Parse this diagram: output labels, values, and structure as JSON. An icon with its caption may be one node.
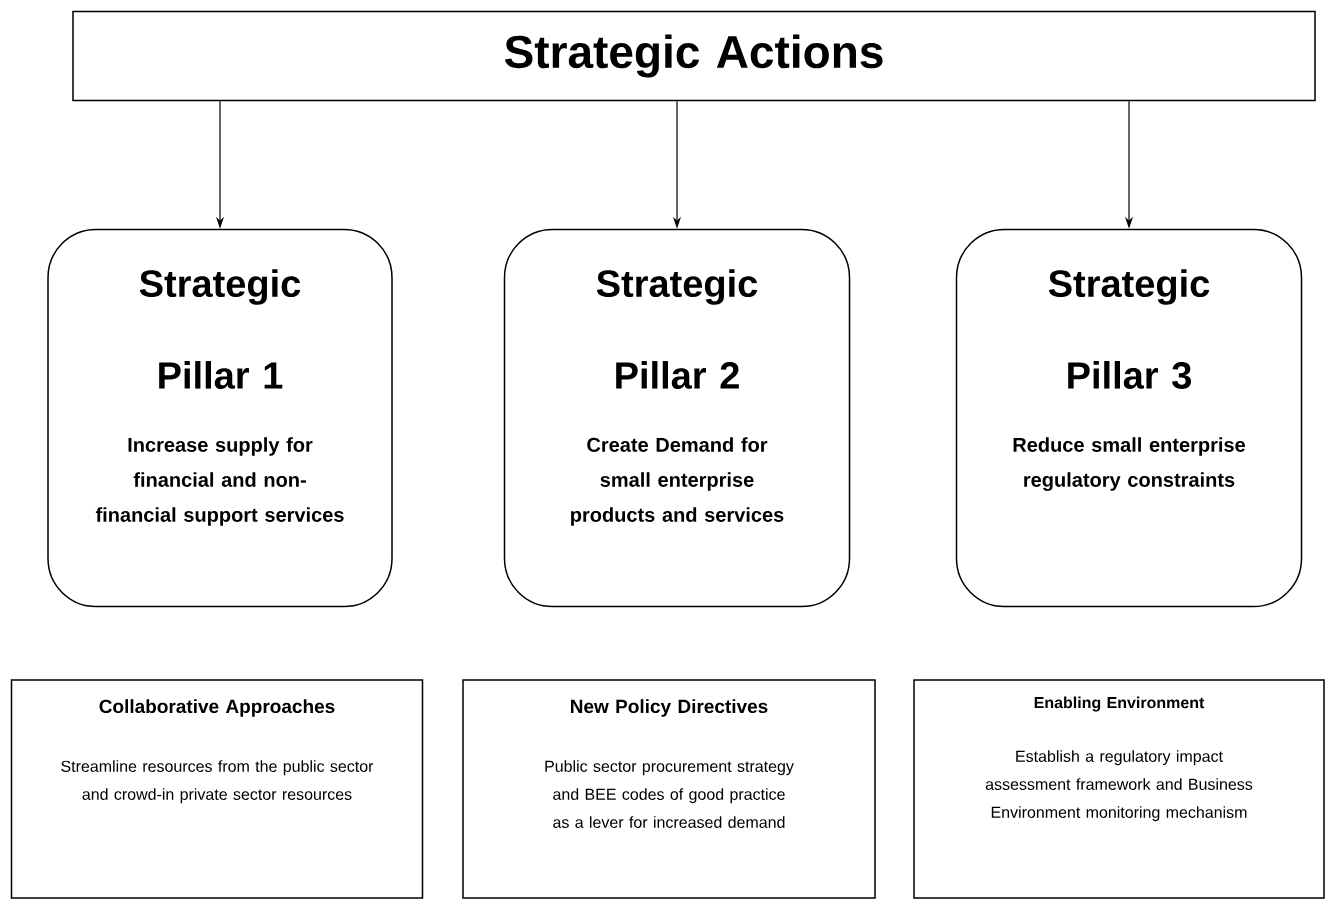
{
  "diagram": {
    "nodes": [
      {
        "text": [
          "Strategic Actions"
        ]
      },
      {
        "text": [
          "Strategic",
          "Pillar 1",
          "Increase supply for financial and non-financial support services"
        ]
      },
      {
        "text": [
          "Strategic",
          "Pillar 2",
          "Create Demand for small enterprise products and services"
        ]
      },
      {
        "text": [
          "Strategic",
          "Pillar 3",
          "Reduce small enterprise regulatory constraints"
        ]
      },
      {
        "text": [
          "Collaborative Approaches",
          "Streamline resources from the public sector and crowd-in private sector resources"
        ]
      },
      {
        "text": [
          "New Policy Directives",
          "Public sector procurement strategy and BEE codes of good practice as a lever for increased demand"
        ]
      },
      {
        "text": [
          "Enabling Environment",
          "Establish a regulatory impact assessment framework and Business Environment monitoring mechanism"
        ]
      }
    ],
    "edges": [
      {
        "from": 0,
        "to": 1,
        "arrow": "to"
      },
      {
        "from": 0,
        "to": 2,
        "arrow": "to"
      },
      {
        "from": 0,
        "to": 3,
        "arrow": "to"
      }
    ]
  }
}
